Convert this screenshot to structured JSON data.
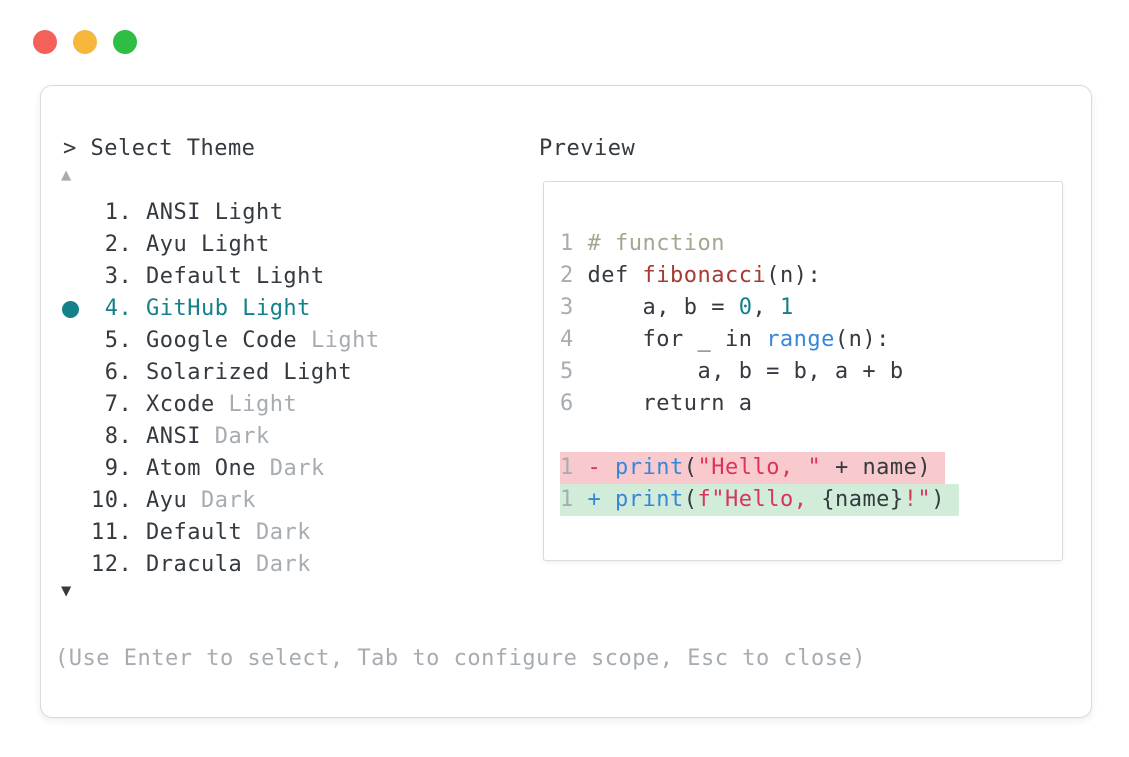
{
  "window": {
    "traffic_lights": [
      {
        "name": "close"
      },
      {
        "name": "minimize"
      },
      {
        "name": "zoom"
      }
    ]
  },
  "header": {
    "prompt": "> Select Theme",
    "preview_label": "Preview"
  },
  "list": {
    "scroll_up_icon": "▲",
    "scroll_down_icon": "▼",
    "items": [
      {
        "number": " 1.",
        "name": "ANSI Light",
        "muted": "",
        "selected": false
      },
      {
        "number": " 2.",
        "name": "Ayu Light",
        "muted": "",
        "selected": false
      },
      {
        "number": " 3.",
        "name": "Default Light",
        "muted": "",
        "selected": false
      },
      {
        "number": " 4.",
        "name": "GitHub Light",
        "muted": "",
        "selected": true
      },
      {
        "number": " 5.",
        "name": "Google Code ",
        "muted": "Light",
        "selected": false
      },
      {
        "number": " 6.",
        "name": "Solarized Light",
        "muted": "",
        "selected": false
      },
      {
        "number": " 7.",
        "name": "Xcode ",
        "muted": "Light",
        "selected": false
      },
      {
        "number": " 8.",
        "name": "ANSI ",
        "muted": "Dark",
        "selected": false
      },
      {
        "number": " 9.",
        "name": "Atom One ",
        "muted": "Dark",
        "selected": false
      },
      {
        "number": "10.",
        "name": "Ayu ",
        "muted": "Dark",
        "selected": false
      },
      {
        "number": "11.",
        "name": "Default ",
        "muted": "Dark",
        "selected": false
      },
      {
        "number": "12.",
        "name": "Dracula ",
        "muted": "Dark",
        "selected": false
      }
    ]
  },
  "preview": {
    "code_lines": [
      {
        "num": "1",
        "tokens": [
          [
            "comment",
            "# function"
          ]
        ]
      },
      {
        "num": "2",
        "tokens": [
          [
            "plain",
            "def "
          ],
          [
            "func",
            "fibonacci"
          ],
          [
            "plain",
            "(n):"
          ]
        ]
      },
      {
        "num": "3",
        "tokens": [
          [
            "plain",
            "    a, b = "
          ],
          [
            "number",
            "0"
          ],
          [
            "plain",
            ", "
          ],
          [
            "number",
            "1"
          ]
        ]
      },
      {
        "num": "4",
        "tokens": [
          [
            "plain",
            "    for _ in "
          ],
          [
            "builtin",
            "range"
          ],
          [
            "plain",
            "(n):"
          ]
        ]
      },
      {
        "num": "5",
        "tokens": [
          [
            "plain",
            "        a, b = b, a + b"
          ]
        ]
      },
      {
        "num": "6",
        "tokens": [
          [
            "plain",
            "    return a"
          ]
        ]
      }
    ],
    "diff_lines": [
      {
        "num": "1",
        "kind": "removed",
        "tokens": [
          [
            "sign-removed",
            "- "
          ],
          [
            "builtin",
            "print"
          ],
          [
            "plain",
            "("
          ],
          [
            "string",
            "\"Hello, \""
          ],
          [
            "plain",
            " + name)"
          ]
        ]
      },
      {
        "num": "1",
        "kind": "added",
        "tokens": [
          [
            "sign-added",
            "+ "
          ],
          [
            "builtin",
            "print"
          ],
          [
            "plain",
            "("
          ],
          [
            "string",
            "f\"Hello, "
          ],
          [
            "plain",
            "{name}"
          ],
          [
            "string",
            "!\""
          ],
          [
            "plain",
            ")"
          ]
        ]
      }
    ]
  },
  "footer": {
    "help": "(Use Enter to select, Tab to configure scope, Esc to close)"
  },
  "colors": {
    "traffic_red": "#f4605a",
    "traffic_yellow": "#f6b73c",
    "traffic_green": "#2dbe43",
    "text": "#343a40",
    "muted": "#a6acb2",
    "accent_teal": "#13808a",
    "border": "#d8dadd",
    "line_number": "#a6acb2",
    "comment": "#a2a78f",
    "function_red": "#a73b34",
    "number_teal": "#13808a",
    "builtin_blue": "#3687d9",
    "string_crimson": "#da3559",
    "sign_removed": "#da3559",
    "sign_added": "#3687d9",
    "diff_removed_bg": "#f8cacd",
    "diff_added_bg": "#d2ecda"
  }
}
